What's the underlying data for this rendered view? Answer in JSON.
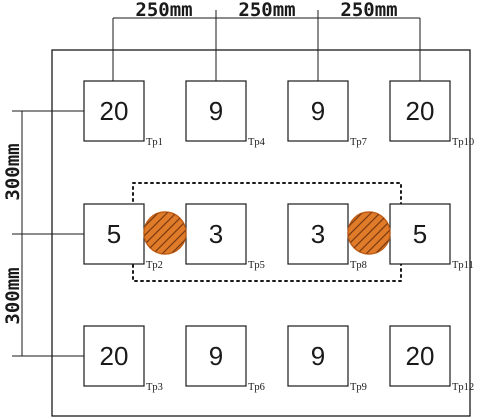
{
  "dimensions": {
    "horizontal": [
      "250mm",
      "250mm",
      "250mm"
    ],
    "vertical": [
      "300mm",
      "300mm"
    ]
  },
  "cells": [
    {
      "row": 0,
      "col": 0,
      "value": "20",
      "tp": "Tp1"
    },
    {
      "row": 1,
      "col": 0,
      "value": "5",
      "tp": "Tp2"
    },
    {
      "row": 2,
      "col": 0,
      "value": "20",
      "tp": "Tp3"
    },
    {
      "row": 0,
      "col": 1,
      "value": "9",
      "tp": "Tp4"
    },
    {
      "row": 1,
      "col": 1,
      "value": "3",
      "tp": "Tp5"
    },
    {
      "row": 2,
      "col": 1,
      "value": "9",
      "tp": "Tp6"
    },
    {
      "row": 0,
      "col": 2,
      "value": "9",
      "tp": "Tp7"
    },
    {
      "row": 1,
      "col": 2,
      "value": "3",
      "tp": "Tp8"
    },
    {
      "row": 2,
      "col": 2,
      "value": "9",
      "tp": "Tp9"
    },
    {
      "row": 0,
      "col": 3,
      "value": "20",
      "tp": "Tp10"
    },
    {
      "row": 1,
      "col": 3,
      "value": "5",
      "tp": "Tp11"
    },
    {
      "row": 2,
      "col": 3,
      "value": "20",
      "tp": "Tp12"
    }
  ],
  "markers": [
    {
      "between_cols": [
        0,
        1
      ],
      "row": 1
    },
    {
      "between_cols": [
        2,
        3
      ],
      "row": 1
    }
  ],
  "colors": {
    "marker_fill": "#e07b2a",
    "line": "#1a1a1a"
  }
}
